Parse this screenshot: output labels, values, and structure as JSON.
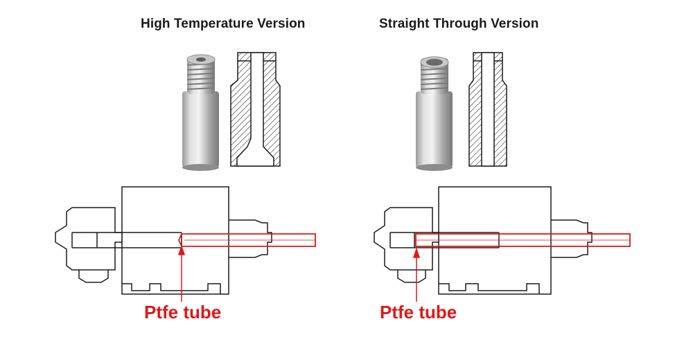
{
  "variants": [
    {
      "title": "High Temperature Version",
      "callout_label": "Ptfe tube"
    },
    {
      "title": "Straight Through Version",
      "callout_label": "Ptfe tube"
    }
  ],
  "colors": {
    "callout": "#e01818",
    "outline": "#1a1a1a",
    "metal_light": "#d9d9d9",
    "metal_dark": "#8c8c8c"
  }
}
